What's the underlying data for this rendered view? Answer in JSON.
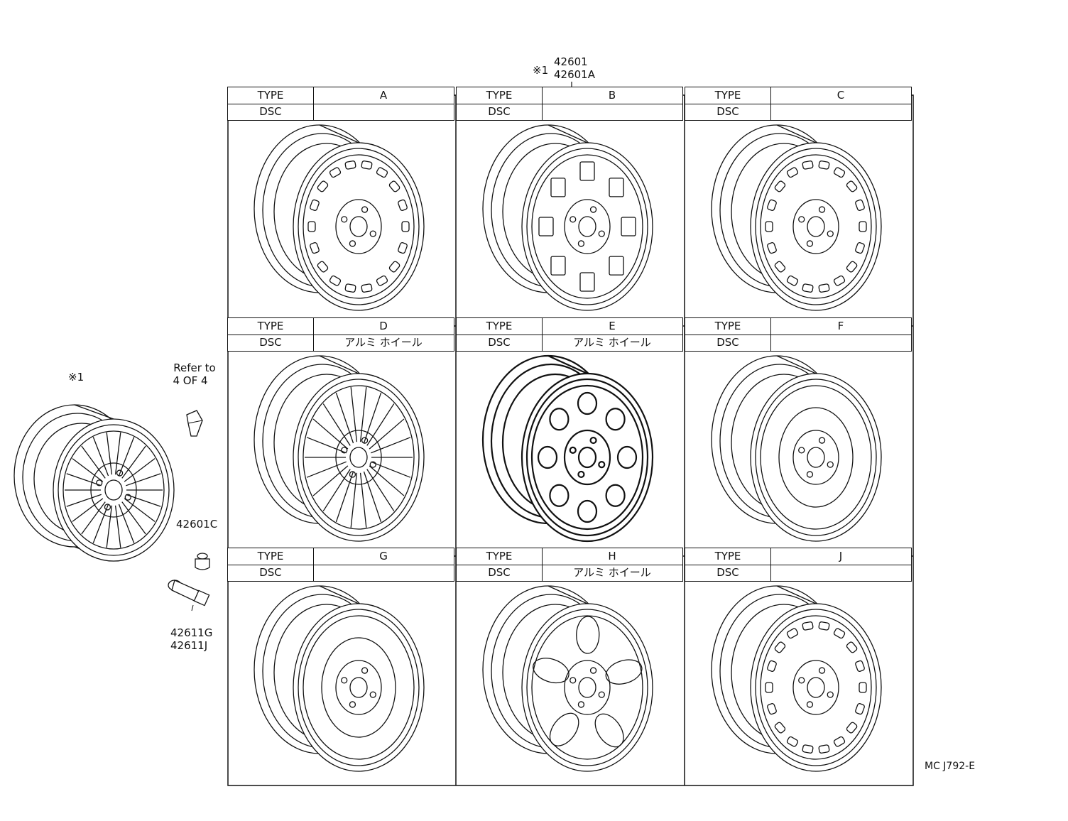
{
  "top_callout": {
    "mark": "※1",
    "parts": [
      "42601",
      "42601A"
    ]
  },
  "header_keys": {
    "type": "TYPE",
    "dsc": "DSC"
  },
  "wheels": [
    {
      "type": "A",
      "dsc": ""
    },
    {
      "type": "B",
      "dsc": ""
    },
    {
      "type": "C",
      "dsc": ""
    },
    {
      "type": "D",
      "dsc": "アルミ ホイール"
    },
    {
      "type": "E",
      "dsc": "アルミ ホイール"
    },
    {
      "type": "F",
      "dsc": ""
    },
    {
      "type": "G",
      "dsc": ""
    },
    {
      "type": "H",
      "dsc": "アルミ ホイール"
    },
    {
      "type": "J",
      "dsc": ""
    }
  ],
  "left_wheel": {
    "mark": "※1"
  },
  "refer": {
    "line1": "Refer to",
    "line2": "4 OF 4"
  },
  "cap_part": "42601C",
  "valve_parts": [
    "42611G",
    "42611J"
  ],
  "drawing_code": "MC J792-E",
  "icons": [
    "wheel-a-icon",
    "wheel-b-icon",
    "wheel-c-icon",
    "wheel-d-icon",
    "wheel-e-icon",
    "wheel-f-icon",
    "wheel-g-icon",
    "wheel-h-icon",
    "wheel-j-icon",
    "spoke-wheel-icon",
    "sensor-icon",
    "valve-cap-icon",
    "valve-stem-icon"
  ]
}
